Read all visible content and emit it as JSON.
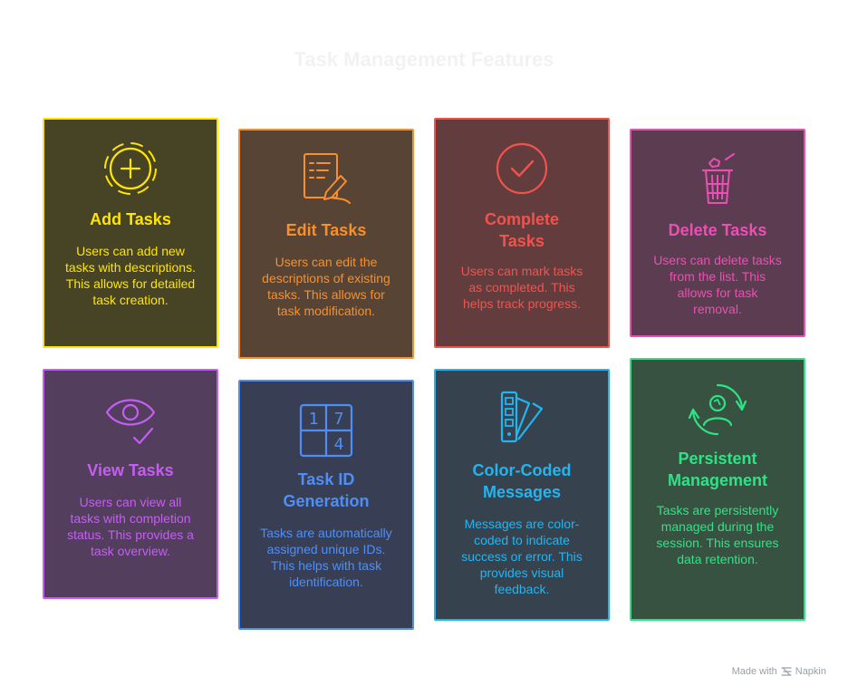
{
  "title": "Task Management Features",
  "cards": [
    {
      "heading": "Add Tasks",
      "text": "Users can add new tasks with descriptions. This allows for detailed task creation.",
      "color": "#ffe500",
      "fill": "#474325",
      "icon": "add-circle-icon"
    },
    {
      "heading": "Edit Tasks",
      "text": "Users can edit the descriptions of existing tasks. This allows for task modification.",
      "color": "#f98f2a",
      "fill": "#574434",
      "icon": "edit-document-icon"
    },
    {
      "heading": "Complete Tasks",
      "text": "Users can mark tasks as completed. This helps track progress.",
      "color": "#f0534d",
      "fill": "#633d3d",
      "icon": "checkmark-circle-icon"
    },
    {
      "heading": "Delete Tasks",
      "text": "Users can delete tasks from the list. This allows for task removal.",
      "color": "#ec4fb4",
      "fill": "#5b3c50",
      "icon": "trash-basket-icon"
    },
    {
      "heading": "View Tasks",
      "text": "Users can view all tasks with completion status. This provides a task overview.",
      "color": "#c45ef3",
      "fill": "#543e5d",
      "icon": "eye-check-icon"
    },
    {
      "heading": "Task ID Generation",
      "text": "Tasks are automatically assigned unique IDs. This helps with task identification.",
      "color": "#4f8ef7",
      "fill": "#383f54",
      "icon": "number-grid-icon",
      "grid_digits": [
        "1",
        "7",
        "",
        "4"
      ]
    },
    {
      "heading": "Color-Coded Messages",
      "text": "Messages are color-coded to indicate success or error. This provides visual feedback.",
      "color": "#22b5f0",
      "fill": "#36434f",
      "icon": "color-swatch-icon"
    },
    {
      "heading": "Persistent Management",
      "text": "Tasks are persistently managed during the session. This ensures data retention.",
      "color": "#2ee385",
      "fill": "#385241",
      "icon": "user-cycle-icon"
    }
  ],
  "footer": {
    "made_with": "Made with",
    "brand": "Napkin"
  }
}
